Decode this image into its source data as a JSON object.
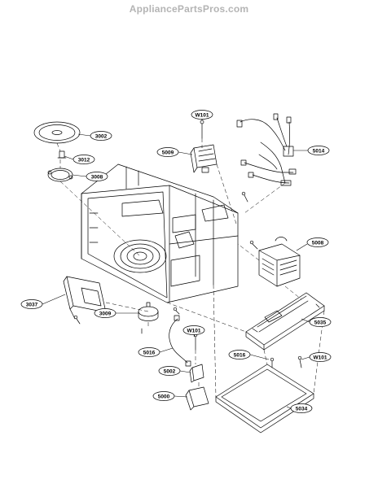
{
  "header": {
    "site_name": "AppliancePartsPros.com"
  },
  "parts": {
    "p3002": "3002",
    "p3012": "3012",
    "p3008": "3008",
    "pW101a": "W101",
    "p5009": "5009",
    "p5014": "5014",
    "p5008": "5008",
    "p3037": "3037",
    "p3009": "3009",
    "pW101b": "W101",
    "p5016a": "5016",
    "p5035": "5035",
    "p5016b": "5016",
    "pW101c": "W101",
    "p5002": "5002",
    "p5000": "5000",
    "p5034": "5034"
  }
}
